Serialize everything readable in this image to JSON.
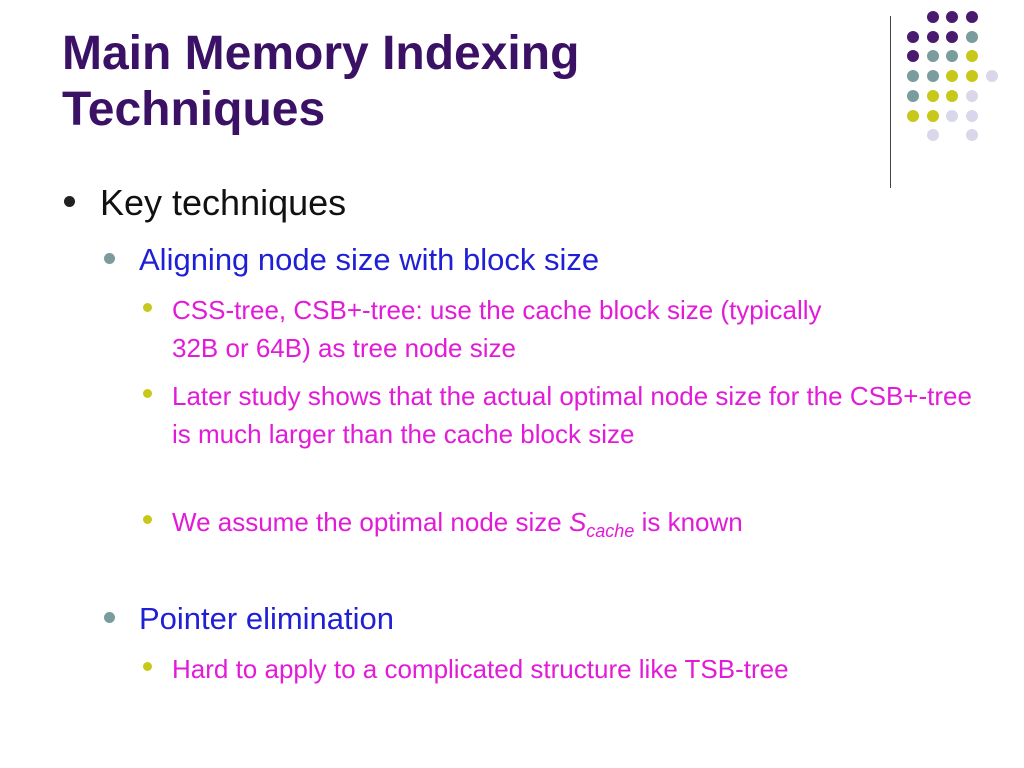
{
  "slide": {
    "title_lines": [
      "Main Memory Indexing",
      "Techniques"
    ],
    "level1": {
      "text": "Key techniques"
    },
    "level2_a": {
      "text": "Aligning node size with block size"
    },
    "level3_a1": {
      "text": "CSS-tree, CSB+-tree: use the cache block size (typically 32B or 64B) as tree node size"
    },
    "level3_a2": {
      "text": "Later study shows that the actual optimal node size for the CSB+-tree is much larger than the cache block size"
    },
    "level3_a3": {
      "prefix": "We assume the optimal node size ",
      "var": "S",
      "sub": "cache",
      "suffix": " is known"
    },
    "level2_b": {
      "text": "Pointer elimination"
    },
    "level3_b1": {
      "text": "Hard to apply to a complicated structure like TSB-tree"
    }
  },
  "theme": {
    "title_color": "#3b1166",
    "level2_color": "#1f1fd6",
    "level3_color": "#e21bd8",
    "dot_colors": {
      "purple": "#4a1a6e",
      "teal": "#7a9c9c",
      "yellow": "#c8c81a",
      "lavender": "#d8d8ea"
    }
  },
  "decoration": {
    "dot_grid": [
      [
        null,
        "purple",
        "purple",
        "purple"
      ],
      [
        "purple",
        "purple",
        "purple",
        "teal"
      ],
      [
        "purple",
        "teal",
        "teal",
        "yellow"
      ],
      [
        "teal",
        "teal",
        "yellow",
        "yellow",
        "lavender"
      ],
      [
        "teal",
        "yellow",
        "yellow",
        "lavender"
      ],
      [
        "yellow",
        "yellow",
        "lavender",
        "lavender"
      ],
      [
        null,
        "lavender",
        null,
        "lavender"
      ]
    ]
  }
}
